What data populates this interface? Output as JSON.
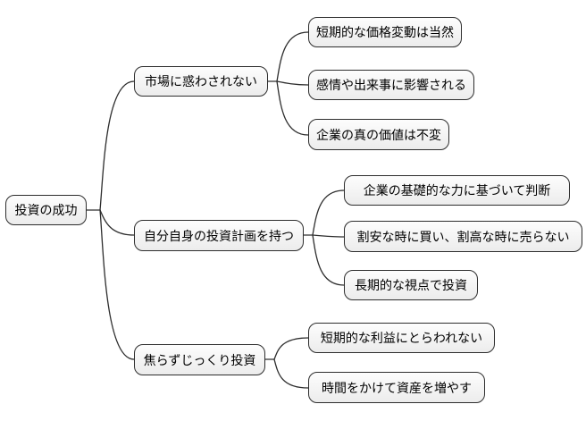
{
  "mindmap": {
    "root": {
      "label": "投資の成功"
    },
    "branches": [
      {
        "label": "市場に惑わされない",
        "children": [
          {
            "label": "短期的な価格変動は当然"
          },
          {
            "label": "感情や出来事に影響される"
          },
          {
            "label": "企業の真の価値は不変"
          }
        ]
      },
      {
        "label": "自分自身の投資計画を持つ",
        "children": [
          {
            "label": "企業の基礎的な力に基づいて判断"
          },
          {
            "label": "割安な時に買い、割高な時に売らない"
          },
          {
            "label": "長期的な視点で投資"
          }
        ]
      },
      {
        "label": "焦らずじっくり投資",
        "children": [
          {
            "label": "短期的な利益にとらわれない"
          },
          {
            "label": "時間をかけて資産を増やす"
          }
        ]
      }
    ],
    "style": {
      "background": "#ffffff",
      "node_fill_top": "#fdfdfd",
      "node_fill_bottom": "#ececec",
      "node_border": "#2d2d2d",
      "connector": "#2d2d2d",
      "text_color": "#000000"
    }
  }
}
